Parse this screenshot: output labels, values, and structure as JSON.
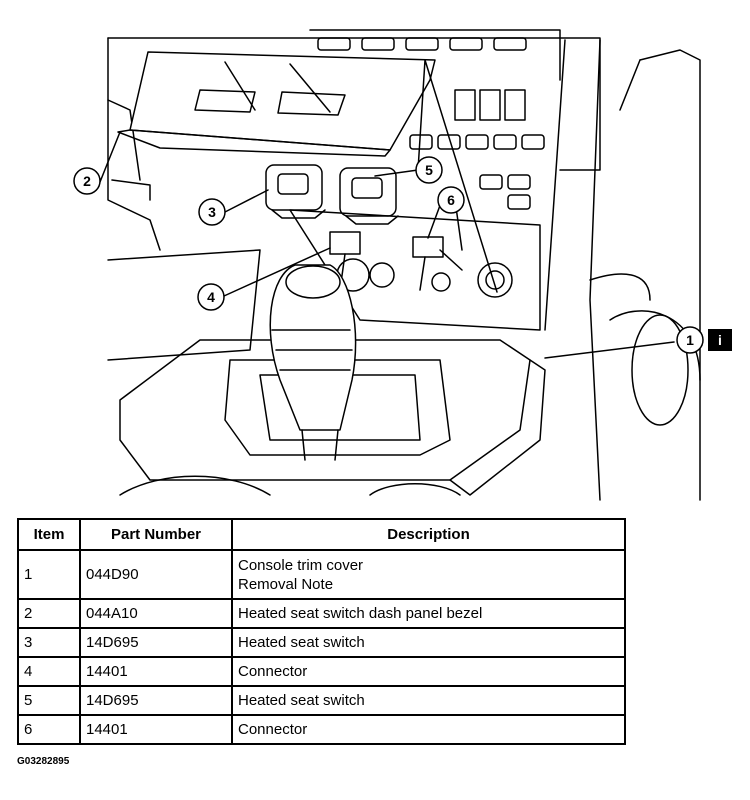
{
  "callouts": [
    "1",
    "2",
    "3",
    "4",
    "5",
    "6"
  ],
  "info_badge": "i",
  "table": {
    "headers": [
      "Item",
      "Part Number",
      "Description"
    ],
    "rows": [
      {
        "item": "1",
        "part": "044D90",
        "desc": [
          "Console trim cover",
          "Removal Note"
        ]
      },
      {
        "item": "2",
        "part": "044A10",
        "desc": [
          "Heated seat switch dash panel bezel"
        ]
      },
      {
        "item": "3",
        "part": "14D695",
        "desc": [
          "Heated seat switch"
        ]
      },
      {
        "item": "4",
        "part": "14401",
        "desc": [
          "Connector"
        ]
      },
      {
        "item": "5",
        "part": "14D695",
        "desc": [
          "Heated seat switch"
        ]
      },
      {
        "item": "6",
        "part": "14401",
        "desc": [
          "Connector"
        ]
      }
    ]
  },
  "figure_id": "G03282895"
}
